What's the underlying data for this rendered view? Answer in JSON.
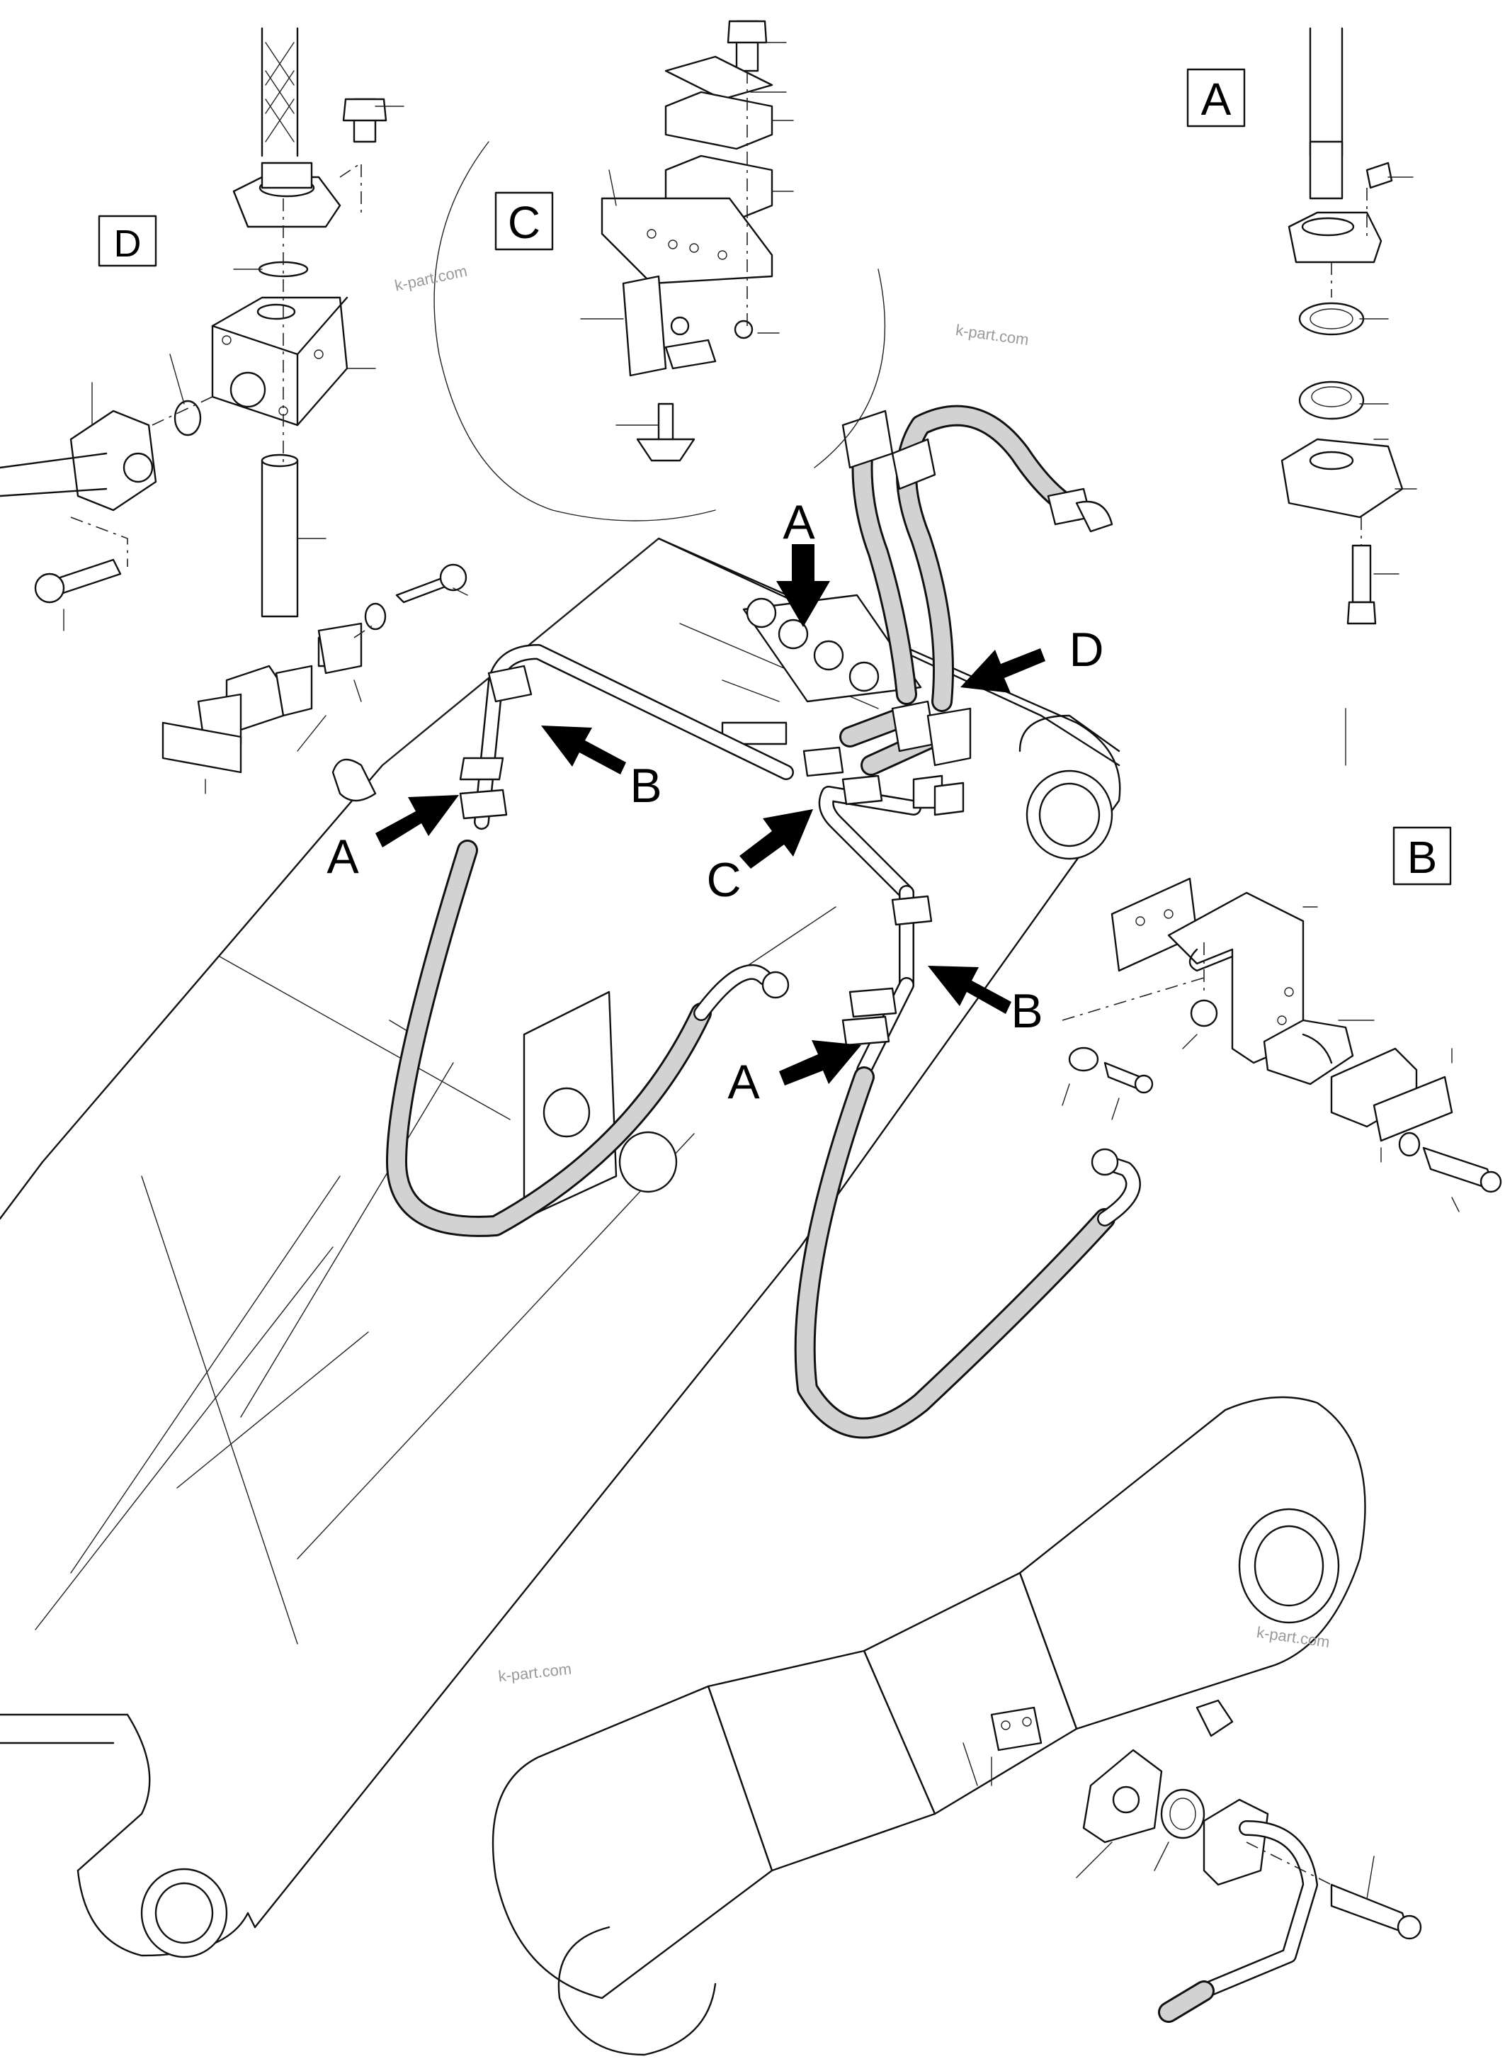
{
  "detail_boxes": [
    {
      "id": "A",
      "label": "A"
    },
    {
      "id": "B",
      "label": "B"
    },
    {
      "id": "C",
      "label": "C"
    },
    {
      "id": "D",
      "label": "D"
    }
  ],
  "arrow_labels": [
    {
      "id": "top",
      "label": "A"
    },
    {
      "id": "left-a",
      "label": "A"
    },
    {
      "id": "left-b",
      "label": "B"
    },
    {
      "id": "center-c",
      "label": "C"
    },
    {
      "id": "right-d",
      "label": "D"
    },
    {
      "id": "right-a",
      "label": "A"
    },
    {
      "id": "right-b",
      "label": "B"
    }
  ],
  "watermark": "k-part.com"
}
